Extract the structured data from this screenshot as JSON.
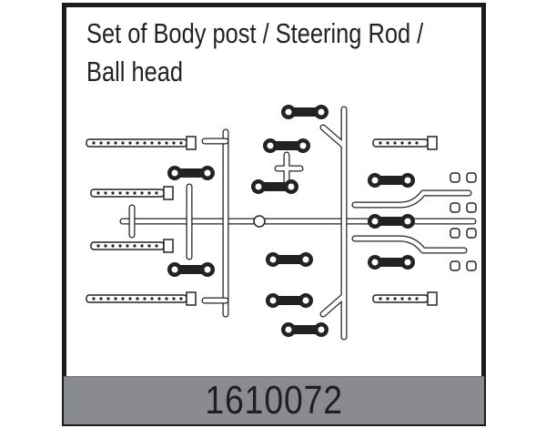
{
  "product": {
    "title_line1": "Set of Body post / Steering Rod /",
    "title_line2": "Ball head",
    "article_number": "1610072"
  },
  "colors": {
    "frame": "#1c1c1c",
    "bar": "#8a8b8e",
    "ink": "#222222"
  }
}
